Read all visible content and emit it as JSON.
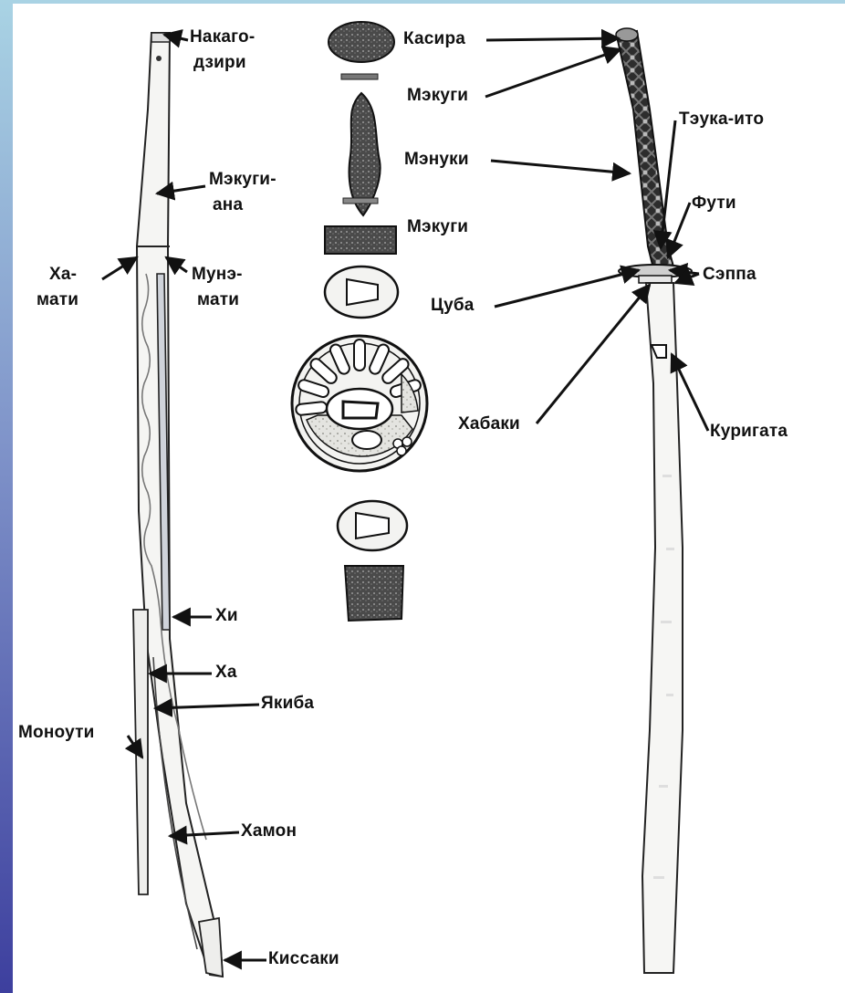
{
  "labels": {
    "nakago_1": "Накаго-",
    "nakago_2": "дзири",
    "mekugi_ana_1": "Мэкуги-",
    "mekugi_ana_2": "ана",
    "hamachi_1": "Ха-",
    "hamachi_2": "мати",
    "munemachi_1": "Мунэ-",
    "munemachi_2": "мати",
    "hi": "Хи",
    "ha": "Ха",
    "yakiba": "Якиба",
    "monouchi": "Моноути",
    "hamon": "Хамон",
    "kissaki": "Киссаки",
    "kashira": "Касира",
    "mekugi_top": "Мэкуги",
    "tsuka_ito": "Тэука-ито",
    "menuki": "Мэнуки",
    "fuchi": "Фути",
    "mekugi_mid": "Мэкуги",
    "seppa": "Сэппа",
    "tsuba": "Цуба",
    "habaki": "Хабаки",
    "kurigata": "Куригата"
  },
  "colors": {
    "background_top": "#a9d3e4",
    "background_bottom": "#3d3f9e",
    "panel": "#ffffff",
    "ink": "#111111",
    "handle": "#3a3a3a",
    "blade": "#f3f3f1"
  }
}
